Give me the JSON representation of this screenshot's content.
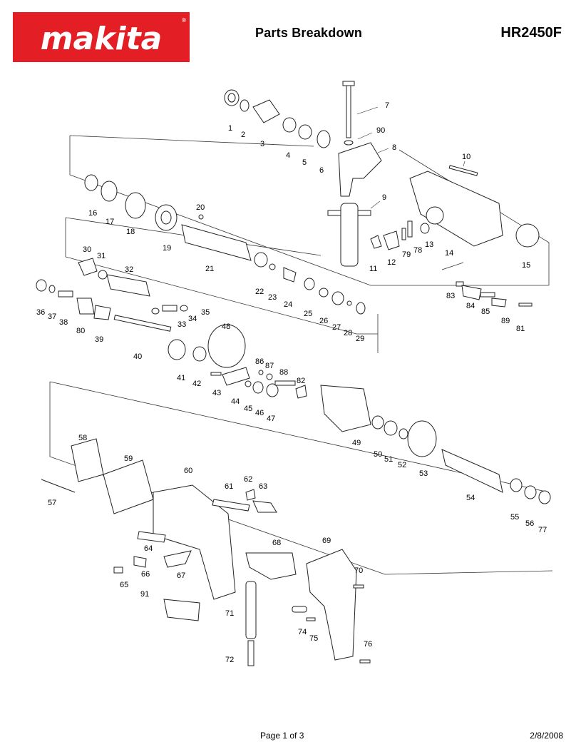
{
  "header": {
    "brand": "makita",
    "title": "Parts Breakdown",
    "model": "HR2450F"
  },
  "footer": {
    "page": "Page 1 of 3",
    "date": "2/8/2008"
  },
  "colors": {
    "brand_red": "#e31e24",
    "line": "#333333",
    "part_fill": "#ffffff"
  },
  "parts": {
    "p1": "1",
    "p2": "2",
    "p3": "3",
    "p4": "4",
    "p5": "5",
    "p6": "6",
    "p7": "7",
    "p8": "8",
    "p9": "9",
    "p10": "10",
    "p11": "11",
    "p12": "12",
    "p13": "13",
    "p14": "14",
    "p15": "15",
    "p16": "16",
    "p17": "17",
    "p18": "18",
    "p19": "19",
    "p20": "20",
    "p21": "21",
    "p22": "22",
    "p23": "23",
    "p24": "24",
    "p25": "25",
    "p26": "26",
    "p27": "27",
    "p28": "28",
    "p29": "29",
    "p30": "30",
    "p31": "31",
    "p32": "32",
    "p33": "33",
    "p34": "34",
    "p35": "35",
    "p36": "36",
    "p37": "37",
    "p38": "38",
    "p39": "39",
    "p40": "40",
    "p41": "41",
    "p42": "42",
    "p43": "43",
    "p44": "44",
    "p45": "45",
    "p46": "46",
    "p47": "47",
    "p48": "48",
    "p49": "49",
    "p50": "50",
    "p51": "51",
    "p52": "52",
    "p53": "53",
    "p54": "54",
    "p55": "55",
    "p56": "56",
    "p57": "57",
    "p58": "58",
    "p59": "59",
    "p60": "60",
    "p61": "61",
    "p62": "62",
    "p63": "63",
    "p64": "64",
    "p65": "65",
    "p66": "66",
    "p67": "67",
    "p68": "68",
    "p69": "69",
    "p70": "70",
    "p71": "71",
    "p72": "72",
    "p74": "74",
    "p75": "75",
    "p76": "76",
    "p77": "77",
    "p78": "78",
    "p79": "79",
    "p80": "80",
    "p81": "81",
    "p82": "82",
    "p83": "83",
    "p84": "84",
    "p85": "85",
    "p86": "86",
    "p87": "87",
    "p88": "88",
    "p89": "89",
    "p90": "90",
    "p91": "91"
  }
}
